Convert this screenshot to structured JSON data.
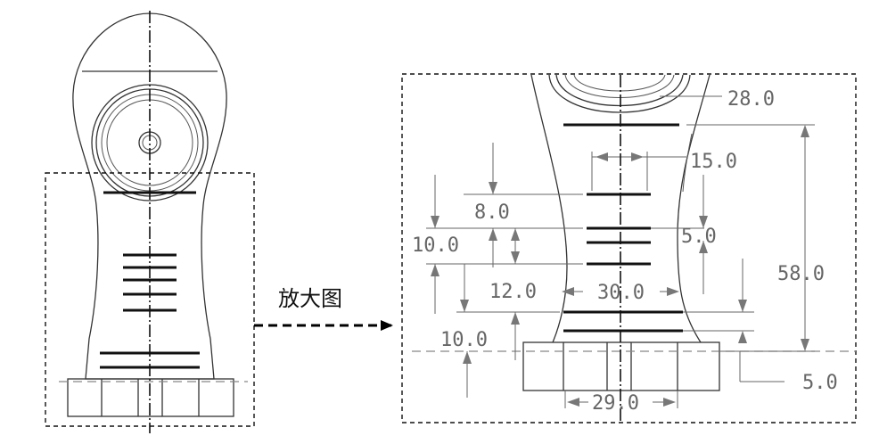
{
  "zoom_label": "放大图",
  "dimensions": {
    "d28": "28.0",
    "d15": "15.0",
    "d8": "8.0",
    "d5a": "5.0",
    "d10a": "10.0",
    "d58": "58.0",
    "d12": "12.0",
    "d30": "30.0",
    "d10b": "10.0",
    "d5b": "5.0",
    "d29": "29.0"
  }
}
